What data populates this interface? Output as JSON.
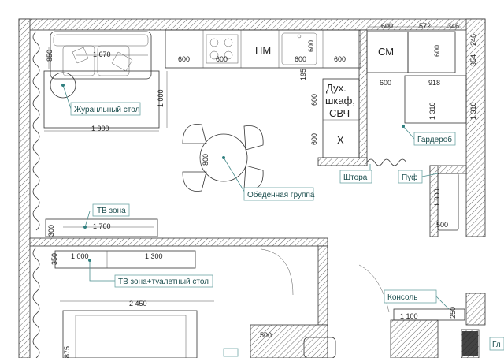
{
  "dimensions": {
    "sofa_width": "1 670",
    "sofa_depth": "850",
    "rug_depth": "1 000",
    "rug_width": "1 900",
    "table_diameter": "800",
    "kitchen_module": "600",
    "kitchen_depth": "600",
    "kitchen_gap": "195",
    "wardrobe_top_1": "600",
    "wardrobe_top_2": "572",
    "wardrobe_top_3": "346",
    "wardrobe_side_1": "354",
    "wardrobe_side_2": "246",
    "wardrobe_depth": "600",
    "wardrobe_inner_1": "600",
    "wardrobe_inner_2": "918",
    "wardrobe_height": "1 310",
    "wardrobe_right": "1 310",
    "pouf_depth": "1 000",
    "pouf_width": "500",
    "tv_depth": "300",
    "tv_width": "1 700",
    "vanity_depth": "350",
    "vanity_1": "1 000",
    "vanity_2": "1 300",
    "bed_width": "2 450",
    "bed_depth": "875",
    "bath_width": "500",
    "console_width": "1 100",
    "console_depth": "250"
  },
  "appliances": {
    "fridge": "ПМ",
    "washer": "СМ",
    "oven": "Дух. шкаф, СВЧ",
    "fridge_mark": "Х"
  },
  "labels": {
    "coffee_table": "Журанльный стол",
    "dining": "Обеденная группа",
    "tv_zone": "ТВ зона",
    "tv_vanity": "ТВ зона+туалетный стол",
    "wardrobe": "Гардероб",
    "curtain": "Штора",
    "pouf": "Пуф",
    "console": "Консоль",
    "cut_label": "Гл"
  },
  "colors": {
    "callout_border": "#6fa6a6",
    "callout_text": "#1d4f4f",
    "leader": "#4a8c8c"
  }
}
